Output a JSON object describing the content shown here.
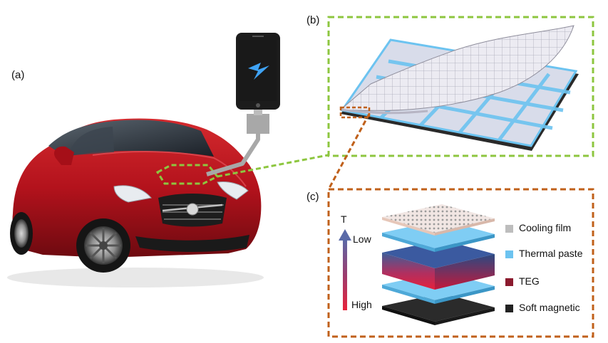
{
  "panels": {
    "a": "(a)",
    "b": "(b)",
    "c": "(c)"
  },
  "temperature_axis": {
    "symbol": "T",
    "low": "Low",
    "high": "High"
  },
  "legend": [
    {
      "label": "Cooling film",
      "color": "#bdbdbd"
    },
    {
      "label": "Thermal paste",
      "color": "#6cc3f0"
    },
    {
      "label": "TEG",
      "color": "#8b1a2e"
    },
    {
      "label": "Soft magnetic",
      "color": "#222222"
    }
  ],
  "colors": {
    "callout_green": "#8dc63f",
    "callout_orange": "#c0601a",
    "car_red": "#b3121c",
    "bolt": "#3fa3f5"
  },
  "icons": [
    "car-image",
    "smartphone-icon",
    "lightning-bolt-icon",
    "usb-plug-icon"
  ]
}
